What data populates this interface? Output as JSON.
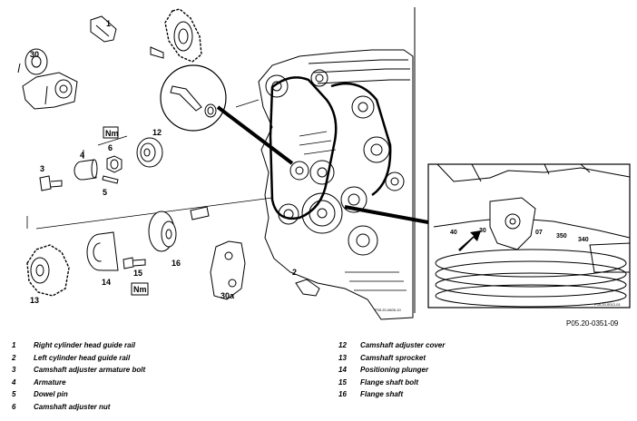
{
  "figure": {
    "code": "P05.20-0351-09",
    "callouts": {
      "c1": "1",
      "c30": "30",
      "c12": "12",
      "c3": "3",
      "c4": "4",
      "c6": "6",
      "c5": "5",
      "c13": "13",
      "c14": "14",
      "c15": "15",
      "c16": "16",
      "c2": "2",
      "c30a": "30a"
    },
    "torque_symbol": "Nm",
    "inset_code": "P05.20-0012-01",
    "main_code": "P05.20-0605-10",
    "scale_labels": [
      "40",
      "30",
      "07",
      "350",
      "340"
    ]
  },
  "legend_left": [
    {
      "num": "1",
      "text": "Right cylinder head guide rail"
    },
    {
      "num": "2",
      "text": "Left cylinder head guide rail"
    },
    {
      "num": "3",
      "text": "Camshaft adjuster armature bolt"
    },
    {
      "num": "4",
      "text": "Armature"
    },
    {
      "num": "5",
      "text": "Dowel pin"
    },
    {
      "num": "6",
      "text": "Camshaft adjuster nut"
    }
  ],
  "legend_right": [
    {
      "num": "12",
      "text": "Camshaft adjuster cover"
    },
    {
      "num": "13",
      "text": "Camshaft sprocket"
    },
    {
      "num": "14",
      "text": "Positioning plunger"
    },
    {
      "num": "15",
      "text": "Flange shaft bolt"
    },
    {
      "num": "16",
      "text": "Flange shaft"
    }
  ]
}
